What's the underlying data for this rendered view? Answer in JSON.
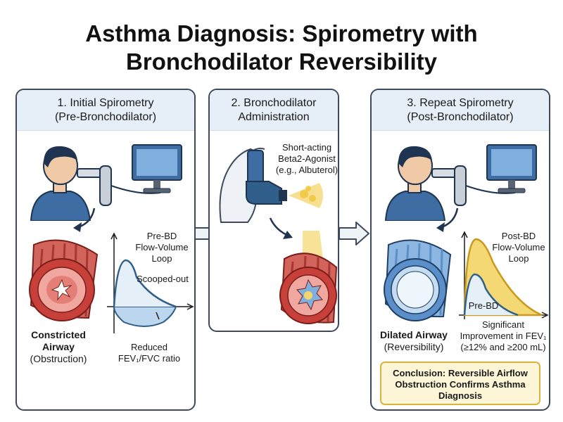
{
  "title": {
    "line1": "Asthma Diagnosis: Spirometry with",
    "line2": "Bronchodilator Reversibility"
  },
  "panel1": {
    "heading_line1": "1. Initial Spirometry",
    "heading_line2": "(Pre-Bronchodilator)",
    "curve_label_line1": "Pre-BD",
    "curve_label_line2": "Flow-Volume",
    "curve_label_line3": "Loop",
    "scooped_label": "Scooped-out",
    "airway_label_line1": "Constricted",
    "airway_label_line2": "Airway",
    "airway_label_line3": "(Obstruction)",
    "ratio_label_line1": "Reduced",
    "ratio_label_line2": "FEV₁/FVC ratio"
  },
  "panel2": {
    "heading_line1": "2. Bronchodilator",
    "heading_line2": "Administration",
    "drug_label_line1": "Short-acting",
    "drug_label_line2": "Beta2-Agonist",
    "drug_label_line3": "(e.g., Albuterol)"
  },
  "panel3": {
    "heading_line1": "3. Repeat Spirometry",
    "heading_line2": "(Post-Bronchodilator)",
    "curve_label_line1": "Post-BD",
    "curve_label_line2": "Flow-Volume",
    "curve_label_line3": "Loop",
    "pre_label": "Pre-BD",
    "airway_label_line1": "Dilated Airway",
    "airway_label_line2": "(Reversibility)",
    "improve_line1": "Significant",
    "improve_line2": "Improvement in FEV₁",
    "improve_line3": "(≥12% and ≥200 mL)",
    "conclusion_line1": "Conclusion: Reversible Airflow",
    "conclusion_line2": "Obstruction Confirms Asthma",
    "conclusion_line3": "Diagnosis"
  },
  "colors": {
    "panel_border": "#3c4a5c",
    "header_fill": "#e6eff8",
    "airway_red": "#c8403a",
    "airway_blue": "#5b8fc9",
    "curve_blue": "#2f5f8a",
    "curve_yellow": "#e8c24a",
    "person_blue": "#3d6da3"
  },
  "icons": [
    "person-icon",
    "spirometer-icon",
    "monitor-icon",
    "airway-icon",
    "inhaler-icon",
    "hand-icon",
    "arrow-icon"
  ]
}
